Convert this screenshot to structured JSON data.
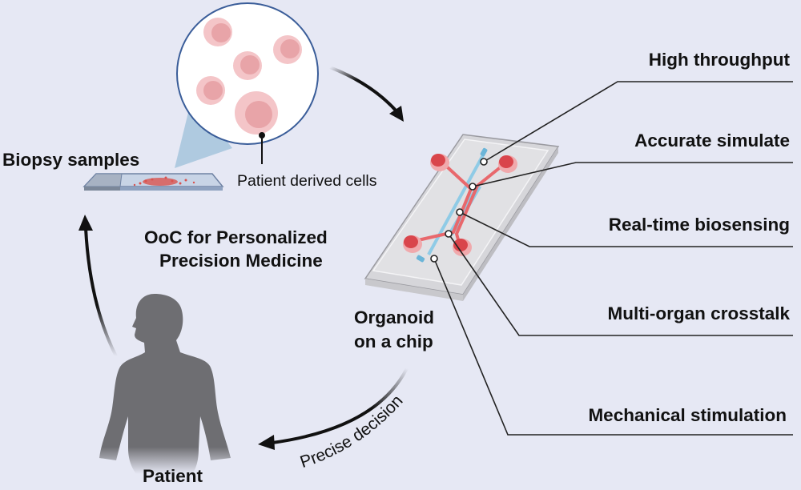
{
  "colors": {
    "background": "#e6e8f4",
    "cell_outer": "#f4c5c8",
    "cell_inner": "#e8a4a8",
    "lens_border": "#3a5d99",
    "lens_beam": "#a9c6de",
    "chip_body": "#dddde0",
    "channel_red": "#e8686c",
    "channel_blue": "#8fcbe6",
    "silhouette": "#6e6e72",
    "text": "#111111"
  },
  "labels": {
    "biopsy": "Biopsy samples",
    "cells": "Patient derived cells",
    "title_line1": "OoC for Personalized",
    "title_line2": "Precision Medicine",
    "organoid_line1": "Organoid",
    "organoid_line2": "on a chip",
    "patient": "Patient",
    "decision": "Precise decision"
  },
  "features": [
    {
      "label": "High throughput"
    },
    {
      "label": "Accurate simulate"
    },
    {
      "label": "Real-time biosensing"
    },
    {
      "label": "Multi-organ crosstalk"
    },
    {
      "label": "Mechanical stimulation"
    }
  ],
  "icons": {
    "microscope_view": "magnified-cells-icon",
    "slide": "glass-slide-icon",
    "chip": "organ-on-chip-icon",
    "patient": "human-silhouette-icon"
  }
}
